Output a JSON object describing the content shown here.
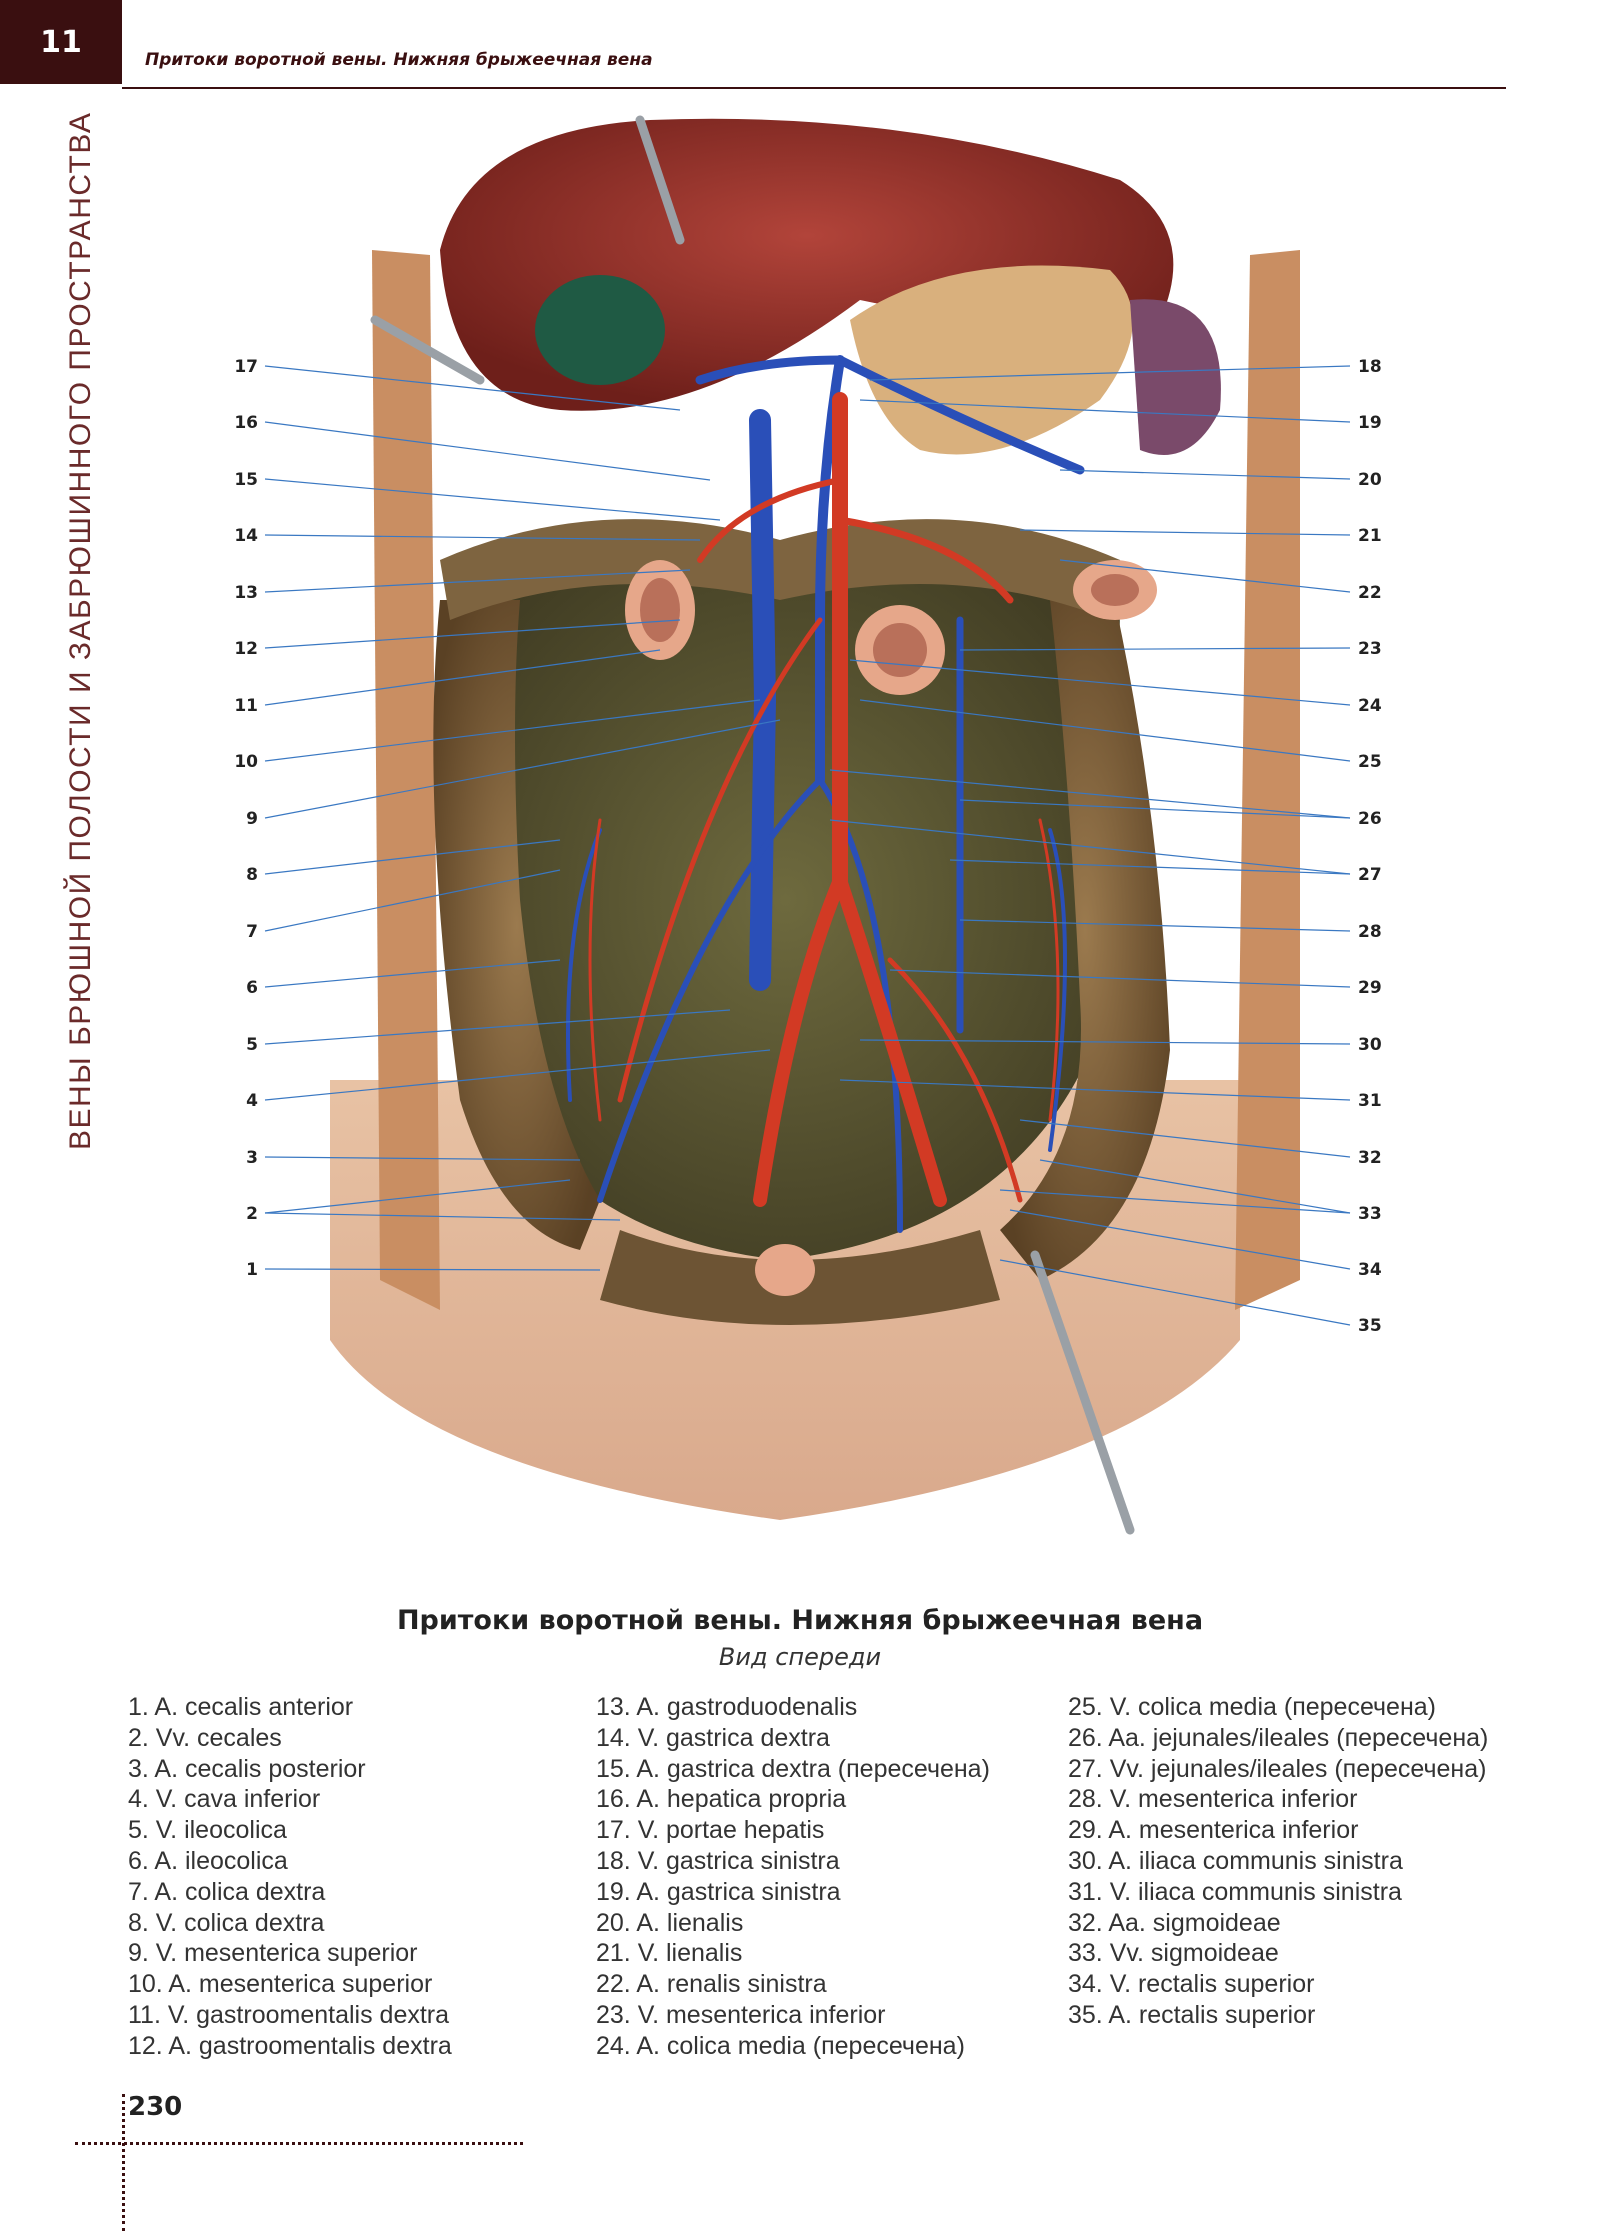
{
  "header": {
    "chapter_number": "11",
    "title": "Притоки воротной вены. Нижняя брыжеечная вена"
  },
  "side_title": "ВЕНЫ БРЮШНОЙ ПОЛОСТИ И ЗАБРЮШИННОГО ПРОСТРАНСТВА",
  "figure": {
    "left_labels": [
      "17",
      "16",
      "15",
      "14",
      "13",
      "12",
      "11",
      "10",
      "9",
      "8",
      "7",
      "6",
      "5",
      "4",
      "3",
      "2",
      "1"
    ],
    "right_labels": [
      "18",
      "19",
      "20",
      "21",
      "22",
      "23",
      "24",
      "25",
      "26",
      "27",
      "28",
      "29",
      "30",
      "31",
      "32",
      "33",
      "34",
      "35"
    ]
  },
  "caption": {
    "title": "Притоки воротной вены. Нижняя брыжеечная вена",
    "subtitle": "Вид спереди"
  },
  "legend": {
    "col1": [
      "1. A. cecalis anterior",
      "2. Vv. cecales",
      "3. A. cecalis posterior",
      "4. V. cava inferior",
      "5. V. ileocolica",
      "6. A. ileocolica",
      "7. A. colica dextra",
      "8. V. colica dextra",
      "9. V. mesenterica superior",
      "10. A. mesenterica superior",
      "11. V. gastroomentalis dextra",
      "12. A. gastroomentalis dextra"
    ],
    "col2": [
      "13. A. gastroduodenalis",
      "14. V. gastrica dextra",
      "15. A. gastrica dextra (пересечена)",
      "16. A. hepatica propria",
      "17. V. portae hepatis",
      "18. V. gastrica sinistra",
      "19. A. gastrica sinistra",
      "20. A. lienalis",
      "21. V. lienalis",
      "22. A. renalis sinistra",
      "23. V. mesenterica inferior",
      "24. A. colica media (пересечена)"
    ],
    "col3": [
      "25. V. colica media (пересечена)",
      "26. Aa. jejunales/ileales (пересечена)",
      "27. Vv. jejunales/ileales (пересечена)",
      "28. V. mesenterica inferior",
      "29. A. mesenterica inferior",
      "30. A. iliaca communis sinistra",
      "31. V. iliaca communis sinistra",
      "32. Aa. sigmoideae",
      "33. Vv. sigmoideae",
      "34. V. rectalis superior",
      "35. A. rectalis superior"
    ]
  },
  "page_number": "230",
  "colors": {
    "brand": "#3a0f10",
    "artery": "#d23a24",
    "vein": "#2a4fb8",
    "liver": "#8f2d25",
    "leader": "#3a78c2"
  }
}
